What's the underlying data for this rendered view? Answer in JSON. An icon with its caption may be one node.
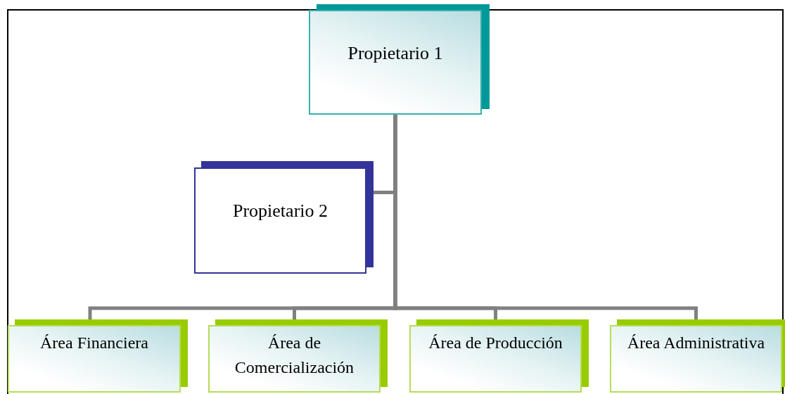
{
  "diagram": {
    "nodes": [
      {
        "text": [
          "Propietario 1"
        ]
      },
      {
        "text": [
          "Propietario 2"
        ]
      },
      {
        "text": [
          "Área Financiera"
        ]
      },
      {
        "text": [
          "Área de Comercialización"
        ]
      },
      {
        "text": [
          "Área de Producción"
        ]
      },
      {
        "text": [
          "Área Administrativa"
        ]
      }
    ],
    "edges": [
      {
        "from": 0,
        "to": 1,
        "arrow": "none"
      },
      {
        "from": 0,
        "to": 2,
        "arrow": "none"
      },
      {
        "from": 0,
        "to": 3,
        "arrow": "none"
      },
      {
        "from": 0,
        "to": 4,
        "arrow": "none"
      },
      {
        "from": 0,
        "to": 5,
        "arrow": "none"
      }
    ]
  }
}
